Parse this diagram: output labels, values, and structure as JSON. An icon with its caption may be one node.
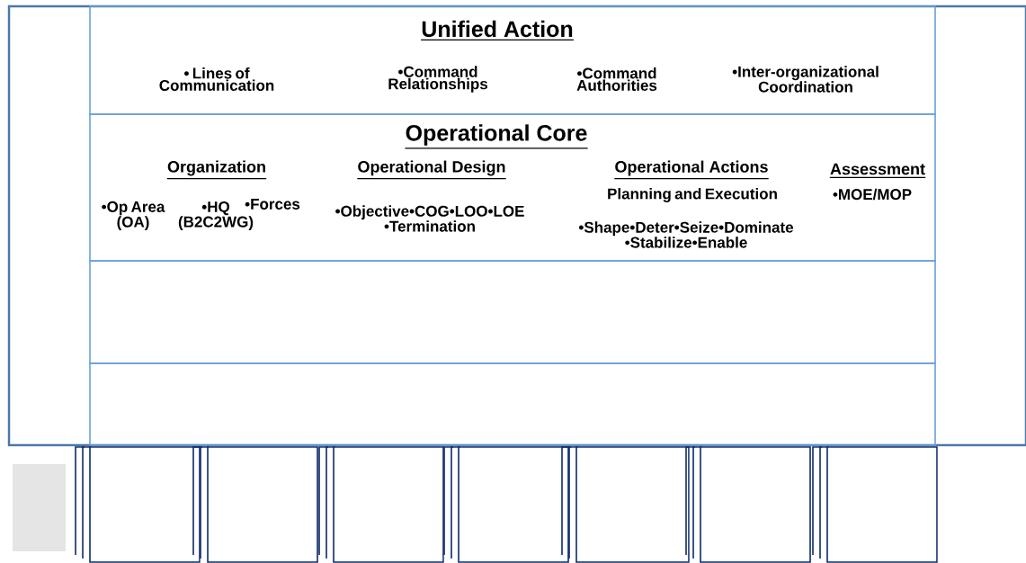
{
  "diagram": {
    "nodes": [
      {
        "text": [],
        "shape": "box"
      },
      {
        "text": [
          "Unified Action",
          "• Lines of Communication",
          "•Command Relationships",
          "•Command Authorities",
          "•Inter-organizational Coordination"
        ],
        "in": 0
      },
      {
        "text": [
          "Operational Core",
          "Organization",
          "•Op Area (OA)",
          "•HQ (B2C2WG)",
          "•Forces",
          "Operational Design",
          "•Objective•COG•LOO•LOE •Termination",
          "Operational Actions",
          "Planning and Execution",
          "•Shape•Deter•Seize•Dominate •Stabilize•Enable",
          "Assessment",
          "•MOE/MOP"
        ],
        "in": 0
      },
      {
        "text": [],
        "shape": "box",
        "in": 0
      },
      {
        "text": [],
        "shape": "box",
        "in": 0
      },
      {
        "text": [],
        "shape": "box"
      },
      {
        "text": [],
        "shape": "box"
      },
      {
        "text": [],
        "shape": "box"
      },
      {
        "text": [],
        "shape": "box"
      },
      {
        "text": [],
        "shape": "box"
      },
      {
        "text": [],
        "shape": "box"
      },
      {
        "text": [],
        "shape": "box"
      },
      {
        "text": [],
        "shape": "box"
      }
    ]
  }
}
